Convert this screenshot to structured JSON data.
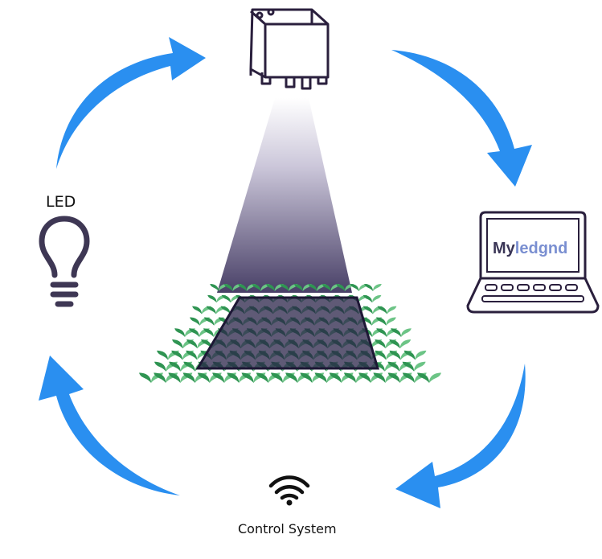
{
  "labels": {
    "led": "LED",
    "control_system": "Control System",
    "laptop_brand_prefix": "My",
    "laptop_brand_suffix": "ledgnd"
  },
  "icons": {
    "camera": "camera-sensor-icon",
    "laptop": "laptop-icon",
    "led": "lightbulb-icon",
    "wifi": "wifi-icon",
    "plants": "plant-field"
  },
  "colors": {
    "arrow": "#2a8ff0",
    "icon_stroke": "#2a1f3d",
    "beam_top": "#e9e6f0",
    "beam_bottom": "#4a4168",
    "leaf_dark": "#2d8a4e",
    "leaf_light": "#7fcf95",
    "brand_dark": "#3a3556",
    "brand_light": "#7a8fd1"
  }
}
